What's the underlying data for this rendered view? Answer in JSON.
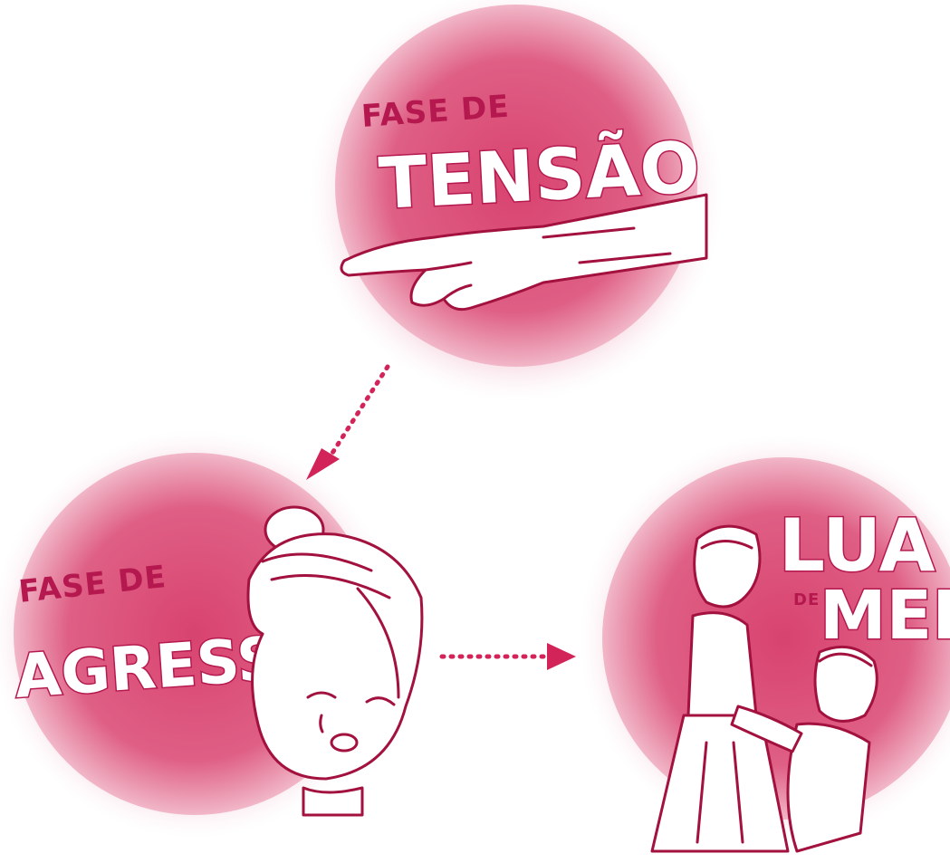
{
  "colors": {
    "blob": "#dc5a82",
    "blob_light": "#f2c1cf",
    "ink": "#a3113f",
    "arrow": "#d3245a"
  },
  "phases": [
    {
      "id": "tension",
      "small": "FASE DE",
      "big": "TENSÃO",
      "icon": "pointing-hand-icon"
    },
    {
      "id": "aggression",
      "small": "FASE DE",
      "big": "AGRESSÃO",
      "icon": "crying-woman-icon"
    },
    {
      "id": "honeymoon",
      "big_top": "LUA",
      "small": "DE",
      "big_bottom": "MEL",
      "icon": "kneeling-man-woman-icon"
    }
  ],
  "arrows": [
    {
      "from": "tension",
      "to": "aggression",
      "style": "dotted"
    },
    {
      "from": "aggression",
      "to": "honeymoon",
      "style": "dotted"
    }
  ]
}
